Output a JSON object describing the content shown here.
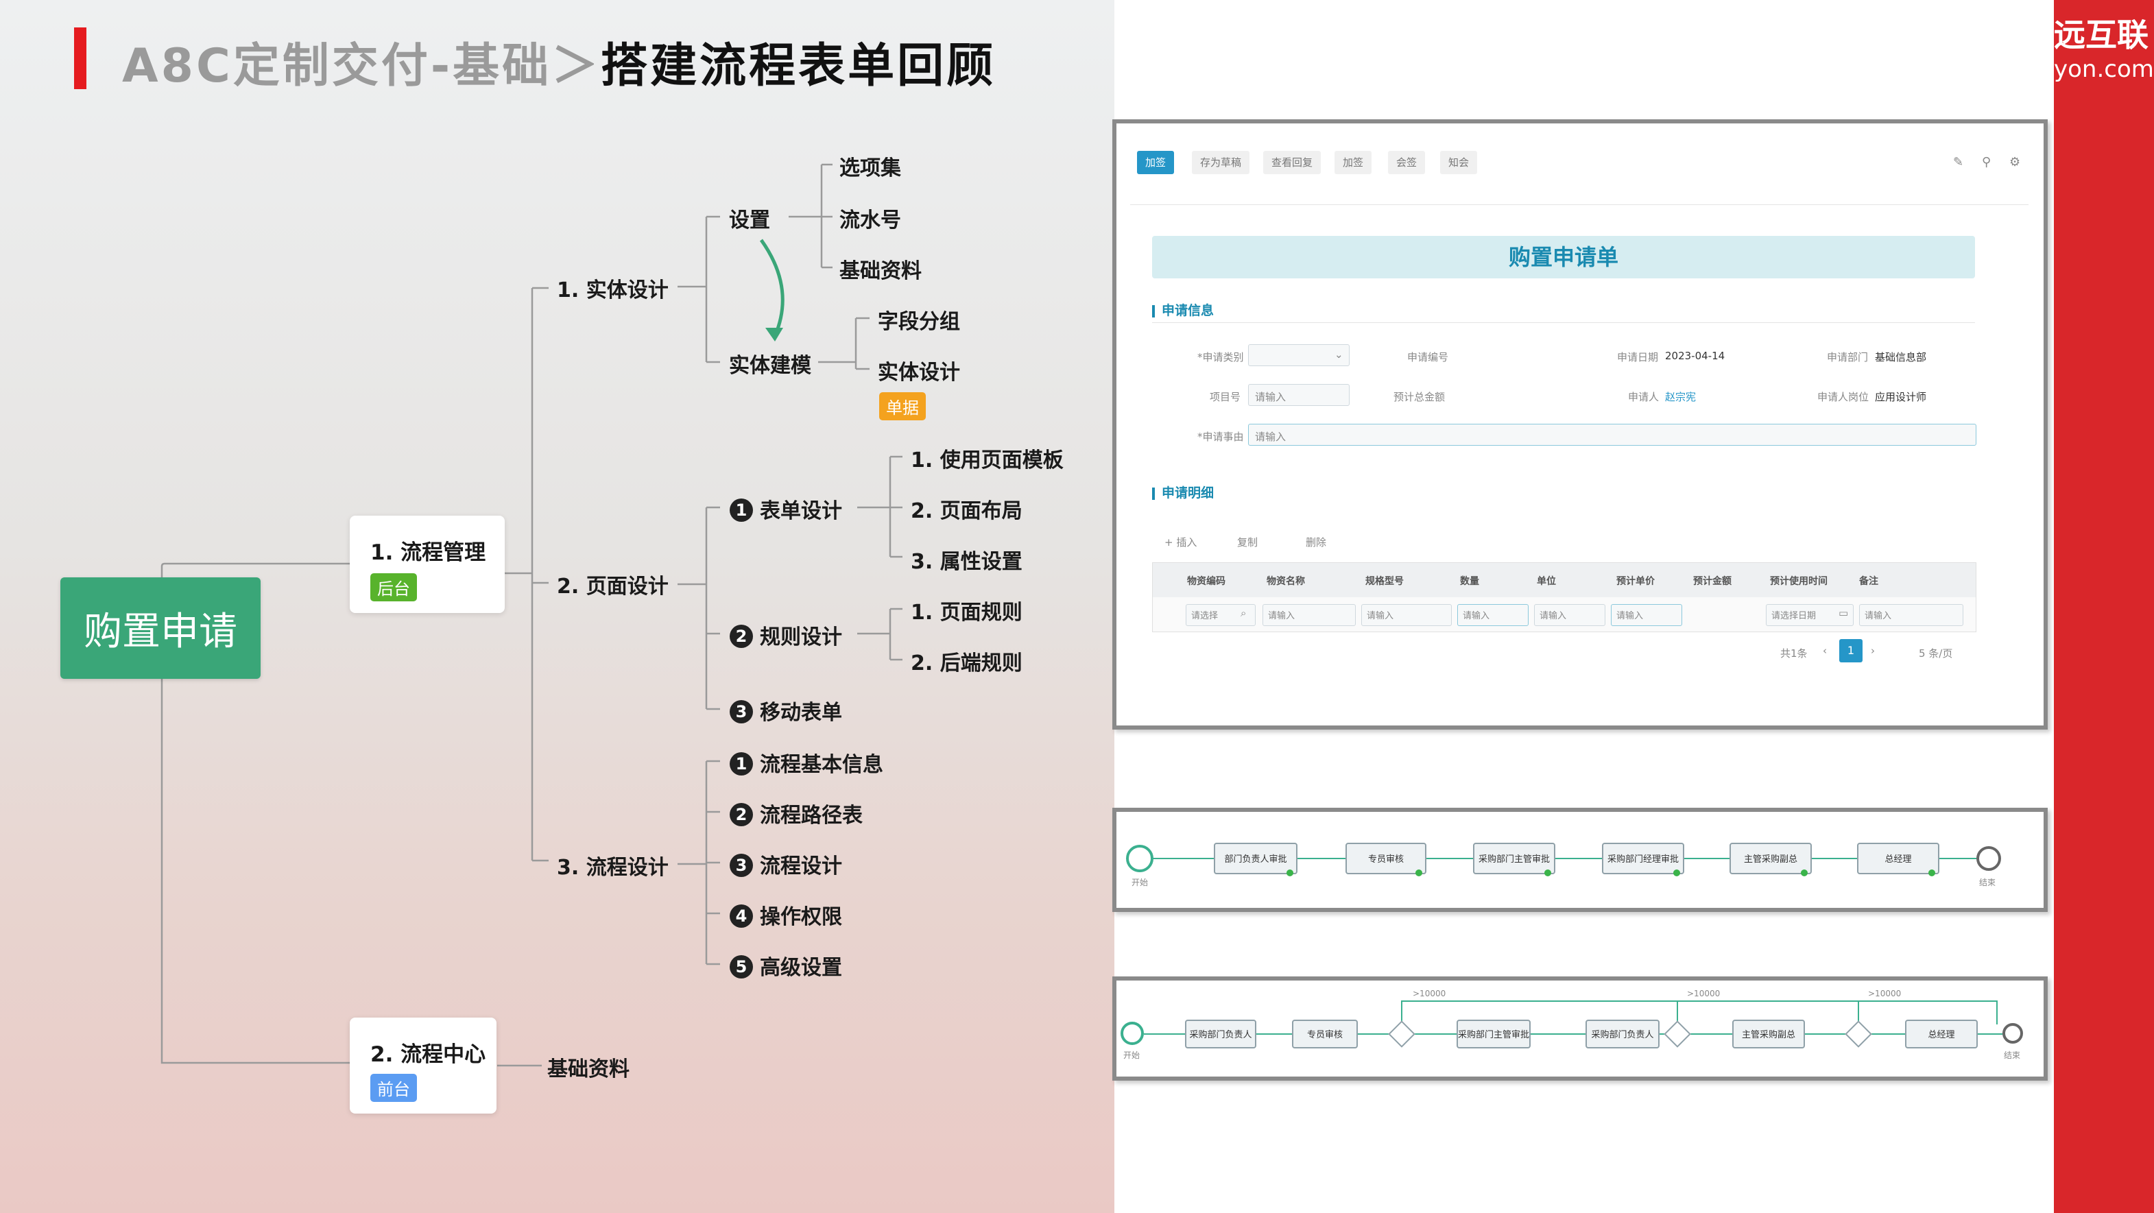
{
  "header": {
    "title_prefix": "A8C定制交付-基础＞",
    "title_main": "搭建流程表单回顾"
  },
  "brand": {
    "line1": "远互联",
    "line2": "yon.com"
  },
  "mindmap": {
    "root": "购置申请",
    "flow_mgmt": {
      "label": "1. 流程管理",
      "tag": "后台"
    },
    "flow_center": {
      "label": "2. 流程中心",
      "tag": "前台",
      "child": "基础资料"
    },
    "entity_design": {
      "label": "1. 实体设计",
      "settings": {
        "label": "设置",
        "items": [
          "选项集",
          "流水号",
          "基础资料"
        ]
      },
      "modeling": {
        "label": "实体建模",
        "items": [
          "字段分组",
          "实体设计"
        ],
        "tag": "单据"
      }
    },
    "page_design": {
      "label": "2. 页面设计",
      "form_design": {
        "num": "1",
        "label": "表单设计",
        "items": [
          "1. 使用页面模板",
          "2. 页面布局",
          "3. 属性设置"
        ]
      },
      "rule_design": {
        "num": "2",
        "label": "规则设计",
        "items": [
          "1. 页面规则",
          "2. 后端规则"
        ]
      },
      "mobile_form": {
        "num": "3",
        "label": "移动表单"
      }
    },
    "process_design": {
      "label": "3. 流程设计",
      "items": [
        {
          "num": "1",
          "label": "流程基本信息"
        },
        {
          "num": "2",
          "label": "流程路径表"
        },
        {
          "num": "3",
          "label": "流程设计"
        },
        {
          "num": "4",
          "label": "操作权限"
        },
        {
          "num": "5",
          "label": "高级设置"
        }
      ]
    }
  },
  "form_panel": {
    "toolbar": [
      "加签",
      "存为草稿",
      "查看回复",
      "加签",
      "会签",
      "知会"
    ],
    "title": "购置申请单",
    "section1": "申请信息",
    "fields": {
      "apply_type_label": "*申请类别",
      "apply_page_label": "申请编号",
      "apply_date_label": "申请日期",
      "apply_date_value": "2023-04-14",
      "dept_label": "申请部门",
      "dept_value": "基础信息部",
      "budget_label": "项目号",
      "budget_ph": "请输入",
      "amount_label": "预计总金额",
      "applicant_label": "申请人",
      "applicant_value": "赵宗宪",
      "position_label": "申请人岗位",
      "position_value": "应用设计师",
      "reason_label": "*申请事由",
      "reason_ph": "请输入"
    },
    "section2": "申请明细",
    "detail_actions": [
      "+ 插入",
      "复制",
      "删除"
    ],
    "table_headers": [
      "物资编码",
      "物资名称",
      "规格型号",
      "数量",
      "单位",
      "预计单价",
      "预计金额",
      "预计使用时间",
      "备注"
    ],
    "row_placeholders": [
      "请选择",
      "请输入",
      "请输入",
      "请输入",
      "请输入",
      "请输入",
      "",
      "请选择日期",
      "请输入"
    ],
    "pager": {
      "total": "共1条",
      "page": "1",
      "size": "5 条/页"
    }
  },
  "flow1": {
    "start": "开始",
    "end": "结束",
    "nodes": [
      "部门负责人审批",
      "专员审核",
      "采购部门主管审批",
      "采购部门经理审批",
      "主管采购副总",
      "总经理"
    ]
  },
  "flow2": {
    "start": "开始",
    "end": "结束",
    "nodes": [
      "采购部门负责人",
      "专员审核",
      "采购部门主管审批",
      "采购部门负责人",
      "主管采购副总",
      "总经理"
    ],
    "conditions": [
      ">10000",
      ">10000",
      ">10000"
    ]
  }
}
